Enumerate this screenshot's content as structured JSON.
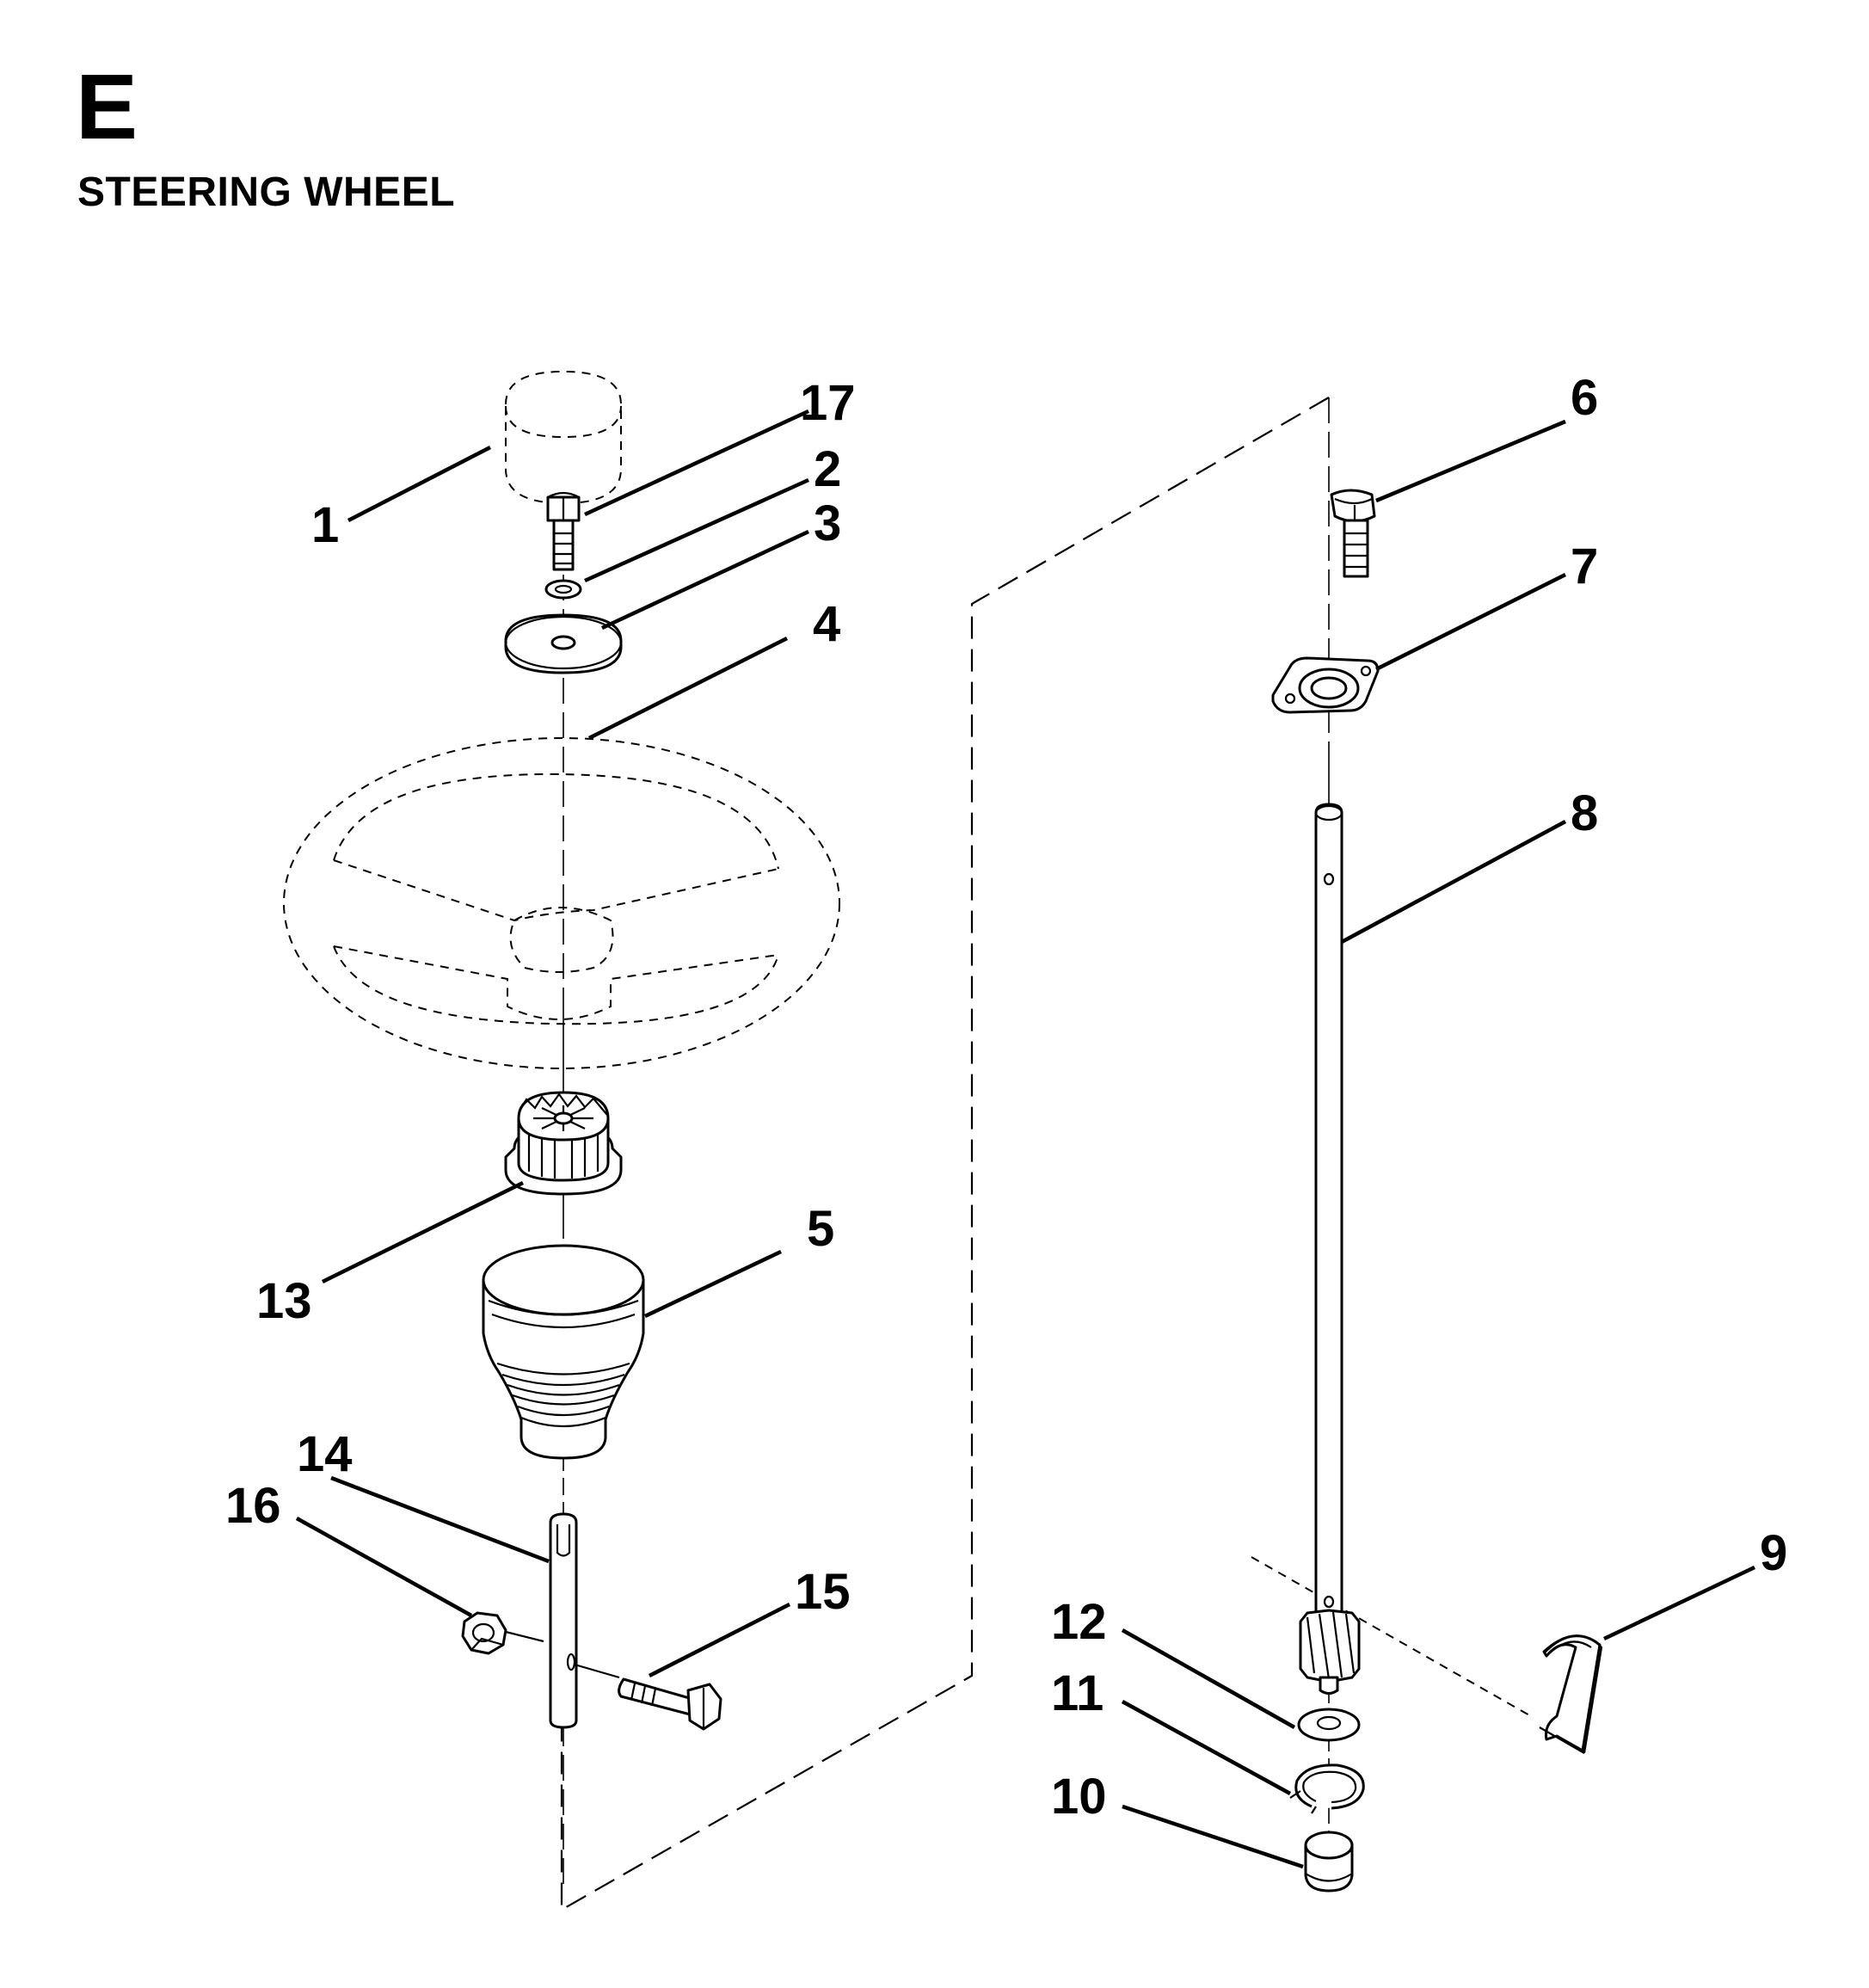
{
  "header": {
    "section_letter": "E",
    "section_title": "STEERING WHEEL"
  },
  "callouts": [
    {
      "id": "1",
      "label": "1"
    },
    {
      "id": "2",
      "label": "2"
    },
    {
      "id": "3",
      "label": "3"
    },
    {
      "id": "4",
      "label": "4"
    },
    {
      "id": "5",
      "label": "5"
    },
    {
      "id": "6",
      "label": "6"
    },
    {
      "id": "7",
      "label": "7"
    },
    {
      "id": "8",
      "label": "8"
    },
    {
      "id": "9",
      "label": "9"
    },
    {
      "id": "10",
      "label": "10"
    },
    {
      "id": "11",
      "label": "11"
    },
    {
      "id": "12",
      "label": "12"
    },
    {
      "id": "13",
      "label": "13"
    },
    {
      "id": "14",
      "label": "14"
    },
    {
      "id": "15",
      "label": "15"
    },
    {
      "id": "16",
      "label": "16"
    },
    {
      "id": "17",
      "label": "17"
    }
  ]
}
